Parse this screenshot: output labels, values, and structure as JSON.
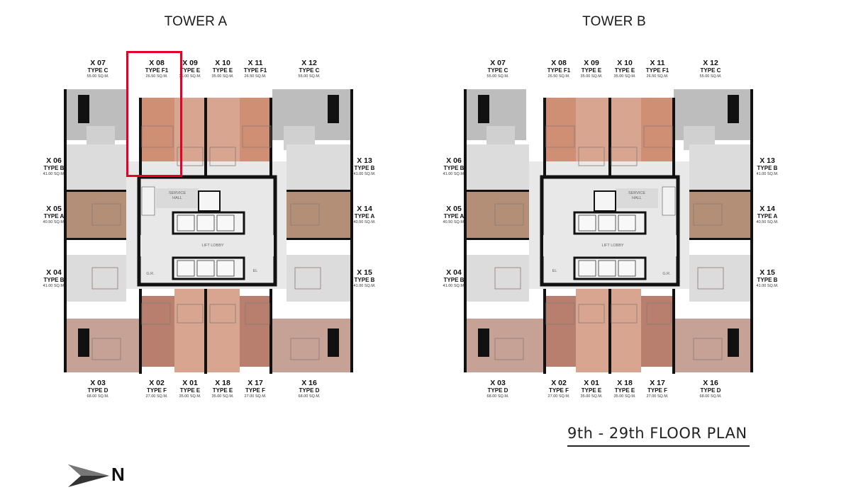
{
  "towers": [
    {
      "title": "TOWER A"
    },
    {
      "title": "TOWER B"
    }
  ],
  "units": {
    "x07": {
      "code": "X 07",
      "type": "TYPE C",
      "area": "55.00 SQ.M."
    },
    "x08": {
      "code": "X 08",
      "type": "TYPE F1",
      "area": "26.50 SQ.M."
    },
    "x09": {
      "code": "X 09",
      "type": "TYPE E",
      "area": "35.00 SQ.M."
    },
    "x10": {
      "code": "X 10",
      "type": "TYPE E",
      "area": "35.00 SQ.M."
    },
    "x11": {
      "code": "X 11",
      "type": "TYPE F1",
      "area": "26.50 SQ.M."
    },
    "x12": {
      "code": "X 12",
      "type": "TYPE C",
      "area": "55.00 SQ.M."
    },
    "x06": {
      "code": "X 06",
      "type": "TYPE B",
      "area": "41.00 SQ.M."
    },
    "x05": {
      "code": "X 05",
      "type": "TYPE A",
      "area": "40.50 SQ.M."
    },
    "x04": {
      "code": "X 04",
      "type": "TYPE B",
      "area": "41.00 SQ.M."
    },
    "x13": {
      "code": "X 13",
      "type": "TYPE B",
      "area": "41.00 SQ.M."
    },
    "x14": {
      "code": "X 14",
      "type": "TYPE A",
      "area": "40.50 SQ.M."
    },
    "x15": {
      "code": "X 15",
      "type": "TYPE B",
      "area": "41.00 SQ.M."
    },
    "x03": {
      "code": "X 03",
      "type": "TYPE D",
      "area": "68.00 SQ.M."
    },
    "x02": {
      "code": "X 02",
      "type": "TYPE F",
      "area": "27.00 SQ.M."
    },
    "x01": {
      "code": "X 01",
      "type": "TYPE E",
      "area": "35.00 SQ.M."
    },
    "x18": {
      "code": "X 18",
      "type": "TYPE E",
      "area": "35.00 SQ.M."
    },
    "x17": {
      "code": "X 17",
      "type": "TYPE F",
      "area": "27.00 SQ.M."
    },
    "x16": {
      "code": "X 16",
      "type": "TYPE D",
      "area": "68.00 SQ.M."
    }
  },
  "rooms": {
    "service_hall_1": "SERVICE",
    "service_hall_2": "HALL",
    "lift_lobby": "LIFT LOBBY",
    "garbage": "G.R.",
    "electrical": "EL"
  },
  "floor_plan_title": "9th - 29th FLOOR PLAN",
  "north_label": "N",
  "colors": {
    "unit_grey": "#bdbdbd",
    "unit_light_grey": "#dcdcdc",
    "unit_brown": "#b38f78",
    "unit_pink": "#d8a591",
    "unit_salmon": "#cf8f74",
    "unit_rose": "#b87f6e",
    "unit_dusty": "#c6a196",
    "highlight": "#e4002b"
  }
}
